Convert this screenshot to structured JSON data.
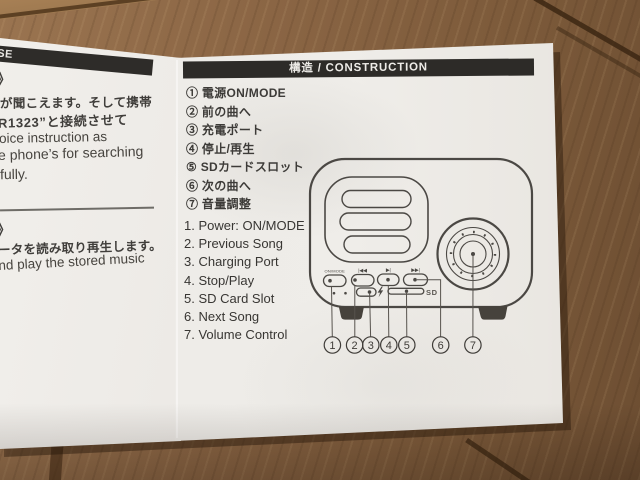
{
  "left_page": {
    "header_fragment": "SE",
    "section_mark_1": "》",
    "jp_line_1": "が聞こえます。そして携帯",
    "jp_line_2": "R1323”と接続させて",
    "en_line_1": "oice instruction as",
    "en_line_2": "e phone’s for searching",
    "en_line_3": "fully.",
    "section_mark_2": "》",
    "jp_line_3": "ータを読み取り再生します。",
    "en_line_4": "nd play the stored music"
  },
  "right_page": {
    "header": "構造 / CONSTRUCTION",
    "jp_items": [
      "① 電源ON/MODE",
      "② 前の曲へ",
      "③ 充電ポート",
      "④ 停止/再生",
      "⑤ SDカードスロット",
      "⑥ 次の曲へ",
      "⑦ 音量調整"
    ],
    "en_items": [
      "1. Power: ON/MODE",
      "2. Previous Song",
      "3. Charging Port",
      "4. Stop/Play",
      "5. SD Card Slot",
      "6. Next Song",
      "7. Volume Control"
    ]
  },
  "diagram": {
    "power_button_label": "ON/MODE",
    "prev_button_icon": "|◀◀",
    "stop_play_button_icon": "▶|",
    "next_button_icon": "▶▶|",
    "charging_icon": "lightning-bolt",
    "sd_slot_label": "SD",
    "callout_numbers": [
      "1",
      "2",
      "3",
      "4",
      "5",
      "6",
      "7"
    ]
  },
  "colors": {
    "header_bar": "#2d2b28",
    "paper": "#edebe7",
    "ink": "#3d3b38",
    "wood": "#8a6544",
    "drawing_line": "#4b4844"
  }
}
